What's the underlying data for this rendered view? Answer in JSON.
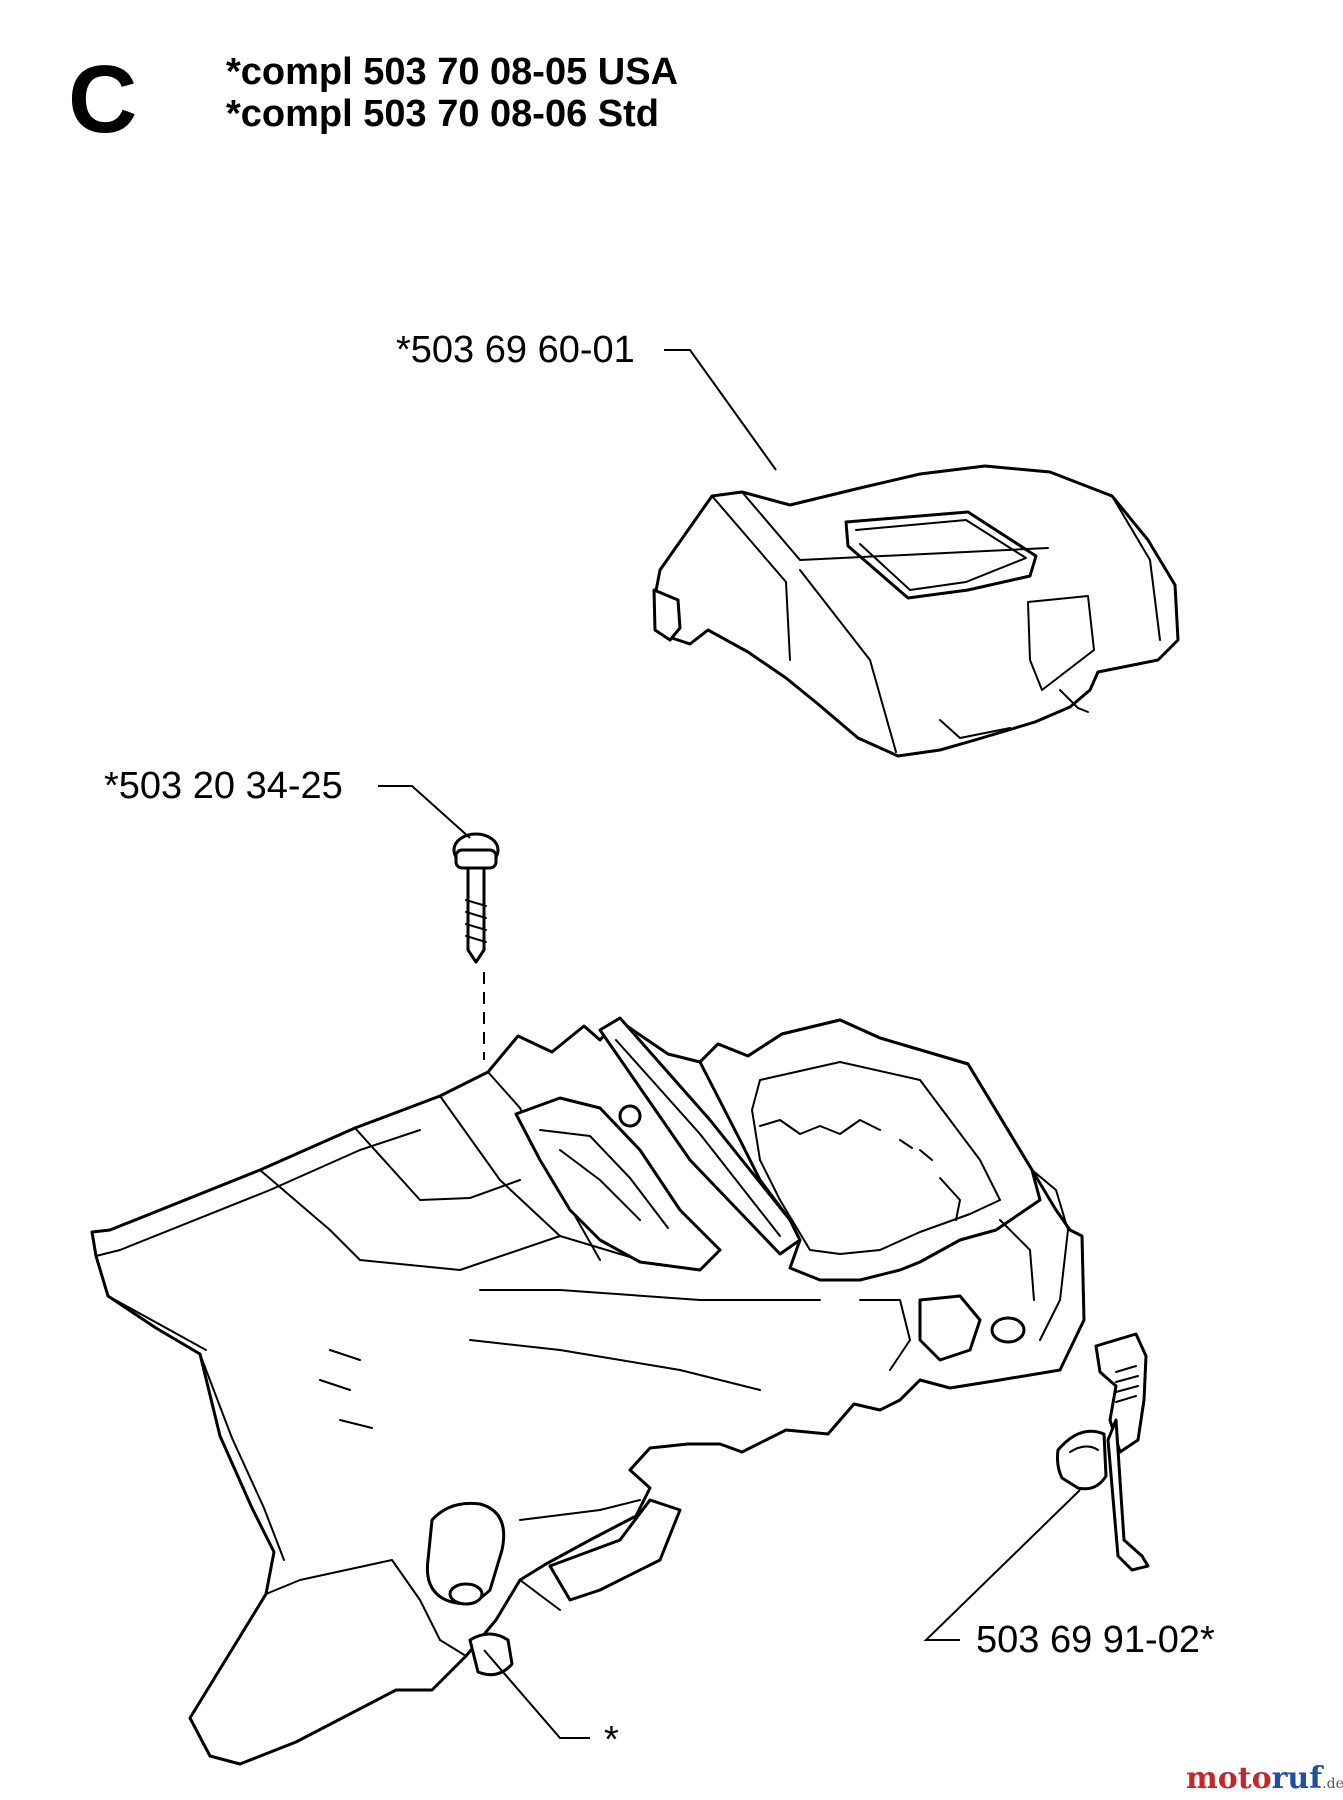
{
  "section": {
    "letter": "C"
  },
  "heading": {
    "line1": "*compl 503 70 08-05 USA",
    "line2": "*compl 503 70 08-06 Std"
  },
  "parts": [
    {
      "label": "*503 69 60-01",
      "item": "top cover"
    },
    {
      "label": "*503 20 34-25",
      "item": "screw"
    },
    {
      "label": "503 69 91-02*",
      "item": "clip"
    },
    {
      "label": "*",
      "item": "cylinder cover"
    }
  ],
  "watermark": {
    "part1": "moto",
    "part2": "ruf",
    "suffix": ".de"
  }
}
